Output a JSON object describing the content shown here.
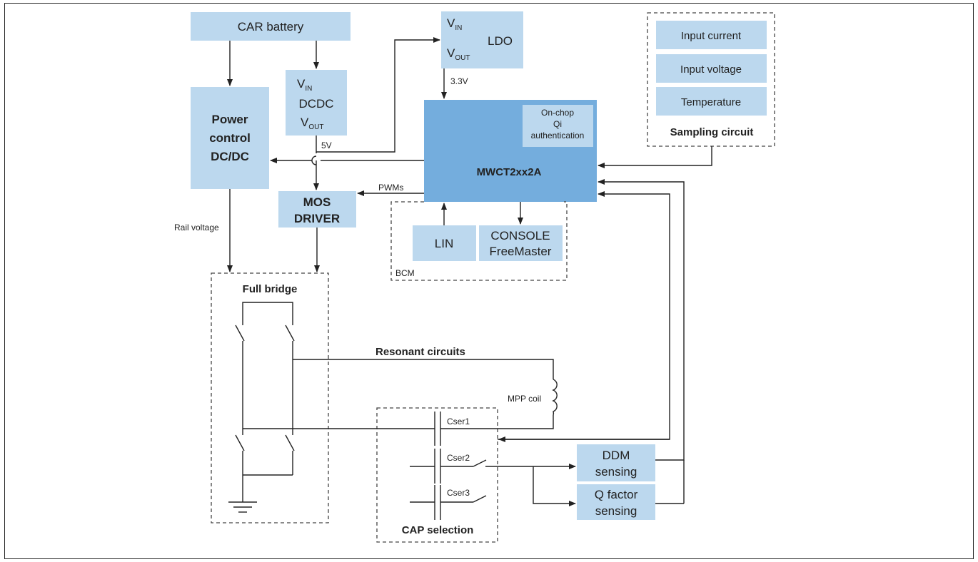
{
  "blocks": {
    "car_battery": "CAR battery",
    "dcdc": {
      "vin": "V",
      "vin_sub": "IN",
      "label": "DCDC",
      "vout": "V",
      "vout_sub": "OUT"
    },
    "ldo": {
      "vin": "V",
      "vin_sub": "IN",
      "label": "LDO",
      "vout": "V",
      "vout_sub": "OUT"
    },
    "power_control": [
      "Power",
      "control",
      "DC/DC"
    ],
    "mos_driver": [
      "MOS",
      "DRIVER"
    ],
    "mcu": "MWCT2xx2A",
    "qi_auth": [
      "On-chop",
      "Qi",
      "authentication"
    ],
    "lin": "LIN",
    "console": [
      "CONSOLE",
      "FreeMaster"
    ],
    "sampling": {
      "items": [
        "Input current",
        "Input voltage",
        "Temperature"
      ],
      "title": "Sampling circuit"
    },
    "ddm": [
      "DDM",
      "sensing"
    ],
    "qfactor": [
      "Q factor",
      "sensing"
    ]
  },
  "labels": {
    "v5": "5V",
    "v33": "3.3V",
    "pwms": "PWMs",
    "bcm": "BCM",
    "rail_voltage": "Rail voltage",
    "full_bridge": "Full bridge",
    "resonant": "Resonant circuits",
    "mpp_coil": "MPP coil",
    "cser1": "Cser1",
    "cser2": "Cser2",
    "cser3": "Cser3",
    "cap_selection": "CAP selection"
  },
  "colors": {
    "block_fill": "#bcd8ee",
    "mcu_fill": "#74addd",
    "line": "#222222"
  }
}
